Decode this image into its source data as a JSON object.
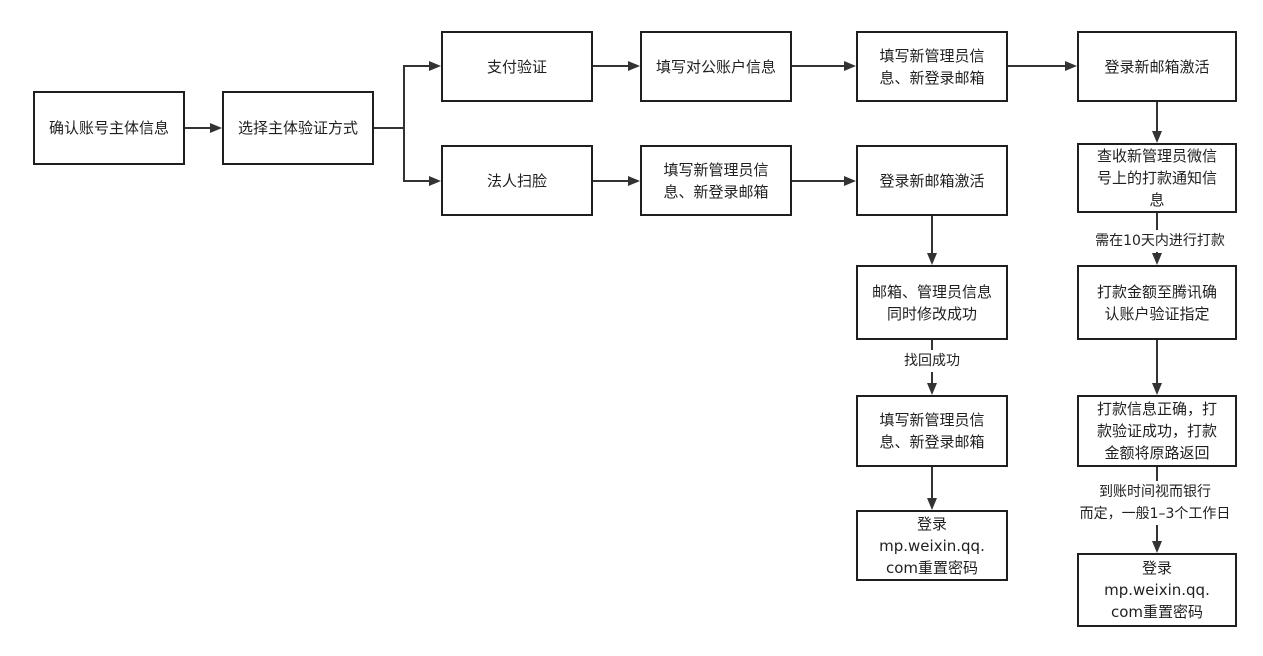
{
  "colors": {
    "background": "#ffffff",
    "border": "#1f1f1f",
    "line": "#333333",
    "text": "#1f1f1f"
  },
  "nodes": {
    "confirm_account_info": {
      "lines": [
        "确认账号主体信息"
      ]
    },
    "select_verification_method": {
      "lines": [
        "选择主体验证方式"
      ]
    },
    "payment_verification": {
      "lines": [
        "支付验证"
      ]
    },
    "legal_person_face_scan": {
      "lines": [
        "法人扫脸"
      ]
    },
    "fill_corporate_account": {
      "lines": [
        "填写对公账户信息"
      ]
    },
    "fill_admin_email_face": {
      "lines": [
        "填写新管理员信",
        "息、新登录邮箱"
      ]
    },
    "fill_admin_email_pay": {
      "lines": [
        "填写新管理员信",
        "息、新登录邮箱"
      ]
    },
    "activate_email_face": {
      "lines": [
        "登录新邮箱激活"
      ]
    },
    "activate_email_pay": {
      "lines": [
        "登录新邮箱激活"
      ]
    },
    "check_wechat_notice": {
      "lines": [
        "查收新管理员微信",
        "号上的打款通知信",
        "息"
      ]
    },
    "transfer_to_tencent": {
      "lines": [
        "打款金额至腾讯确",
        "认账户验证指定"
      ]
    },
    "transfer_verified": {
      "lines": [
        "打款信息正确，打",
        "款验证成功，打款",
        "金额将原路返回"
      ]
    },
    "reset_password_pay": {
      "lines": [
        "登录",
        "mp.weixin.qq.",
        "com重置密码"
      ]
    },
    "info_modified": {
      "lines": [
        "邮箱、管理员信息",
        "同时修改成功"
      ]
    },
    "fill_admin_email_recover": {
      "lines": [
        "填写新管理员信",
        "息、新登录邮箱"
      ]
    },
    "reset_password_face": {
      "lines": [
        "登录",
        "mp.weixin.qq.",
        "com重置密码"
      ]
    }
  },
  "edge_labels": {
    "pay_deadline": [
      "需在10天内进行打款"
    ],
    "recovered": [
      "找回成功"
    ],
    "arrival_time": [
      "到账时间视而银行",
      "而定，一般1–3个工作日"
    ]
  }
}
